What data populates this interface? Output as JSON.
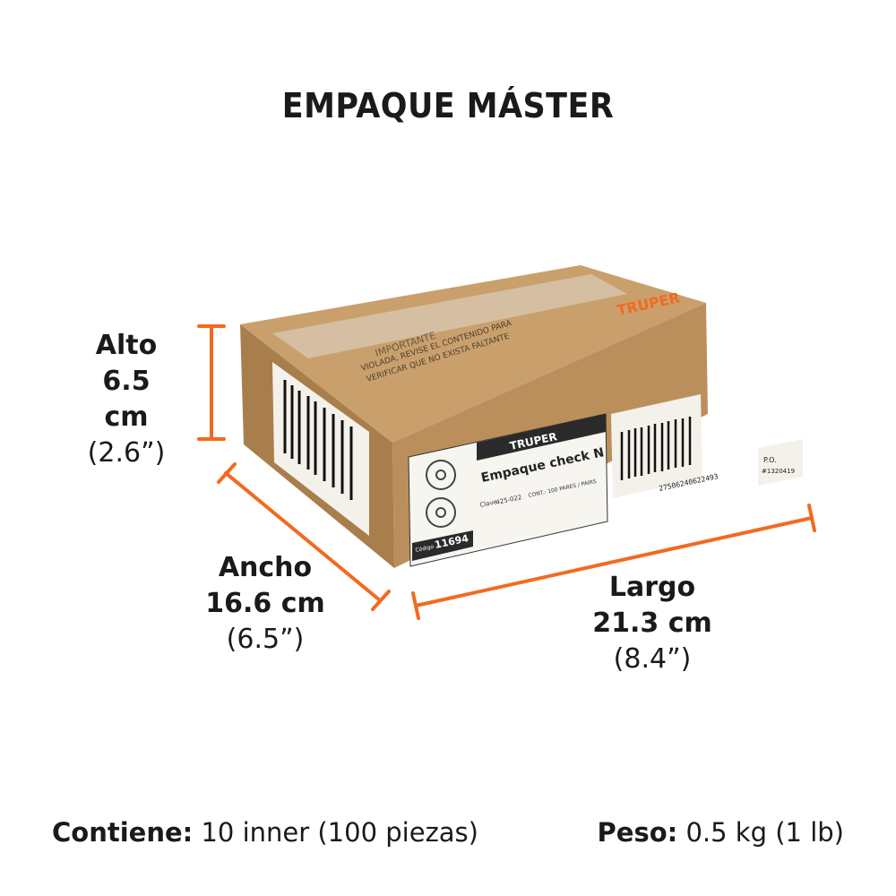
{
  "title": "EMPAQUE MÁSTER",
  "colors": {
    "accent": "#f26a21",
    "cardboard": "#c49a66",
    "cardboard_dark": "#a67c4c",
    "text": "#1a1a1a"
  },
  "dimensions": {
    "alto": {
      "label": "Alto",
      "metric": "6.5 cm",
      "imperial": "(2.6”)"
    },
    "ancho": {
      "label": "Ancho",
      "metric": "16.6 cm",
      "imperial": "(6.5”)"
    },
    "largo": {
      "label": "Largo",
      "metric": "21.3 cm",
      "imperial": "(8.4”)"
    }
  },
  "box": {
    "brand": "TRUPER",
    "tape_text_1": "IMPORTANTE",
    "tape_text_2": "VIOLADA, REVISE EL CONTENIDO PARA",
    "tape_text_3": "VERIFICAR QUE NO EXISTA FALTANTE",
    "product_name": "Empaque check N",
    "clave_label": "Clave",
    "clave_value": "425-022",
    "contents": "CONT.: 100 PARES / PAIRS",
    "codigo_label": "Código",
    "codigo_value": "11694",
    "barcode_number": "27506240622493",
    "po_label": "P.O.",
    "po_value": "#1320419"
  },
  "footer": {
    "contiene_label": "Contiene:",
    "contiene_value": " 10 inner (100 piezas)",
    "peso_label": "Peso:",
    "peso_value": " 0.5 kg (1 lb)"
  }
}
